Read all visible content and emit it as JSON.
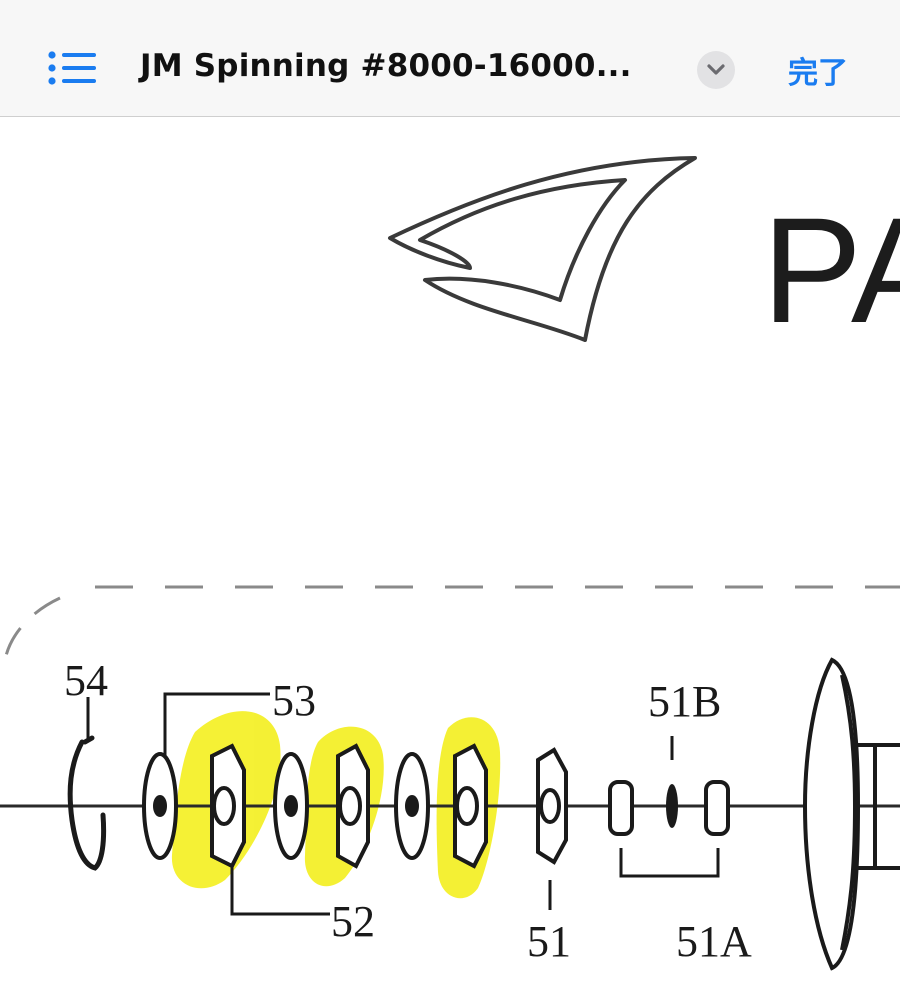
{
  "nav": {
    "title": "JM Spinning #8000-16000...",
    "done_label": "完了"
  },
  "icons": {
    "list": "list-icon",
    "chevron": "chevron-down-icon"
  },
  "colors": {
    "accent": "#1a7cf0",
    "highlight": "#f4f02a",
    "ink": "#1a1a1a"
  },
  "document": {
    "brand_text": "PA",
    "part_labels": {
      "p54": "54",
      "p53": "53",
      "p52": "52",
      "p51": "51",
      "p51b": "51B",
      "p51a": "51A"
    }
  }
}
